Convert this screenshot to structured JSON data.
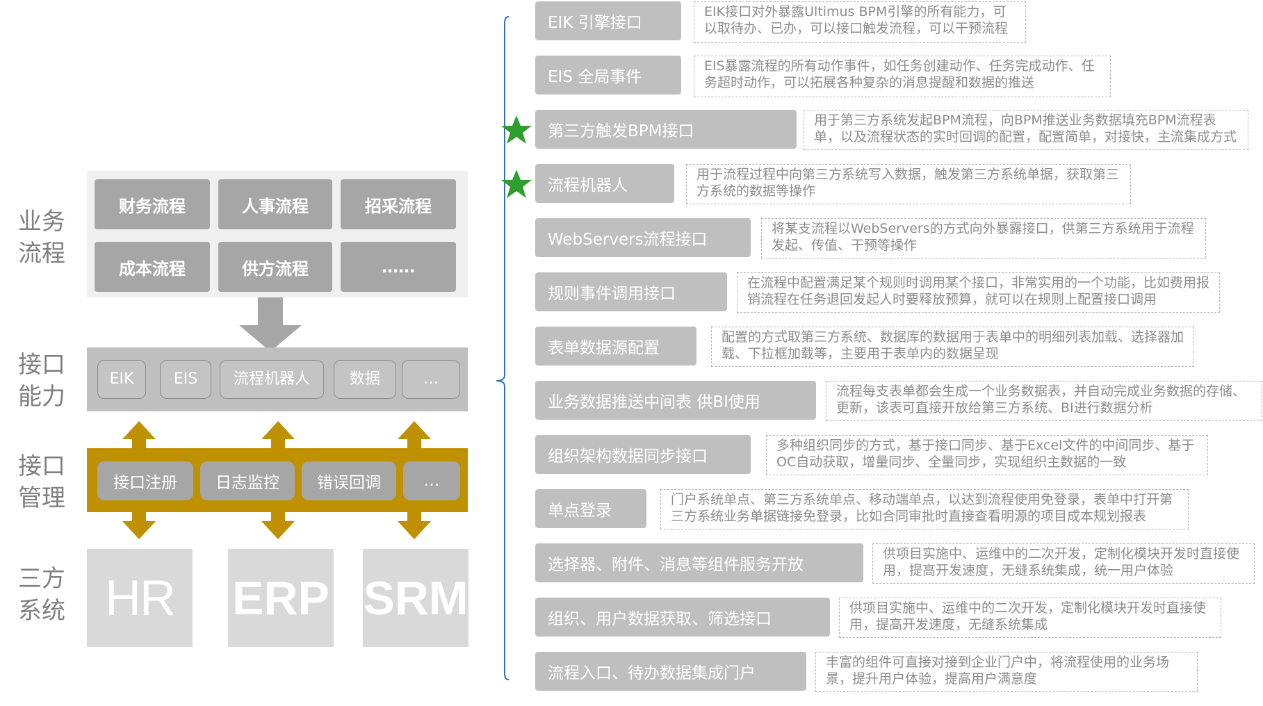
{
  "layers": {
    "business": {
      "label": "业务\n流程",
      "items": [
        "财务流程",
        "人事流程",
        "招采流程",
        "成本流程",
        "供方流程",
        "……"
      ]
    },
    "capability": {
      "label": "接口\n能力",
      "items": [
        "EIK",
        "EIS",
        "流程机器人",
        "数据",
        "…"
      ]
    },
    "management": {
      "label": "接口\n管理",
      "items": [
        "接口注册",
        "日志监控",
        "错误回调",
        "…"
      ]
    },
    "systems": {
      "label": "三方\n系统",
      "items": [
        "HR",
        "ERP",
        "SRM"
      ]
    }
  },
  "interfaces": [
    {
      "title": "EIK 引擎接口",
      "desc": "EIK接口对外暴露Ultimus BPM引擎的所有能力，可以取待办、已办，可以接口触发流程，可以干预流程",
      "starred": false
    },
    {
      "title": "EIS 全局事件",
      "desc": "EIS暴露流程的所有动作事件，如任务创建动作、任务完成动作、任务超时动作，可以拓展各种复杂的消息提醒和数据的推送",
      "starred": false
    },
    {
      "title": "第三方触发BPM接口",
      "desc": "用于第三方系统发起BPM流程，向BPM推送业务数据填充BPM流程表单，以及流程状态的实时回调的配置，配置简单，对接快，主流集成方式",
      "starred": true
    },
    {
      "title": "流程机器人",
      "desc": "用于流程过程中向第三方系统写入数据，触发第三方系统单据，获取第三方系统的数据等操作",
      "starred": true
    },
    {
      "title": "WebServers流程接口",
      "desc": "将某支流程以WebServers的方式向外暴露接口，供第三方系统用于流程发起、传值、干预等操作",
      "starred": false
    },
    {
      "title": "规则事件调用接口",
      "desc": "在流程中配置满足某个规则时调用某个接口，非常实用的一个功能，比如费用报销流程在任务退回发起人时要释放预算，就可以在规则上配置接口调用",
      "starred": false
    },
    {
      "title": "表单数据源配置",
      "desc": "配置的方式取第三方系统、数据库的数据用于表单中的明细列表加载、选择器加载、下拉框加载等，主要用于表单内的数据呈现",
      "starred": false
    },
    {
      "title": "业务数据推送中间表 供BI使用",
      "desc": "流程每支表单都会生成一个业务数据表，并自动完成业务数据的存储、更新，该表可直接开放给第三方系统、BI进行数据分析",
      "starred": false
    },
    {
      "title": "组织架构数据同步接口",
      "desc": "多种组织同步的方式，基于接口同步、基于Excel文件的中间同步、基于OC自动获取，增量同步、全量同步，实现组织主数据的一致",
      "starred": false
    },
    {
      "title": "单点登录",
      "desc": "门户系统单点、第三方系统单点、移动端单点，以达到流程使用免登录，表单中打开第三方系统业务单据链接免登录，比如合同审批时直接查看明源的项目成本规划报表",
      "starred": false
    },
    {
      "title": "选择器、附件、消息等组件服务开放",
      "desc": "供项目实施中、运维中的二次开发，定制化模块开发时直接使用，提高开发速度，无缝系统集成，统一用户体验",
      "starred": false
    },
    {
      "title": "组织、用户数据获取、筛选接口",
      "desc": "供项目实施中、运维中的二次开发，定制化模块开发时直接使用，提高开发速度，无缝系统集成",
      "starred": false
    },
    {
      "title": "流程入口、待办数据集成门户",
      "desc": "丰富的组件可直接对接到企业门户中，将流程使用的业务场景，提升用户体验，提高用户满意度",
      "starred": false
    }
  ],
  "colors": {
    "gold": "#bf9000",
    "star": "#2e9e2e",
    "gray_button": "#bfbfbf",
    "bracket": "#2f75b5"
  }
}
